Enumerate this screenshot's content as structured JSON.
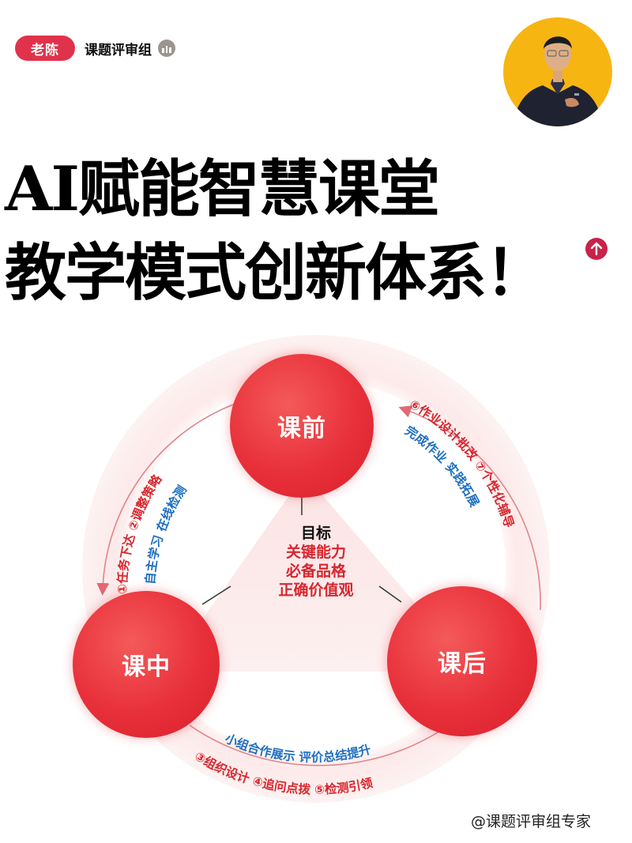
{
  "header": {
    "author_tag": "老陈",
    "group_name": "课题评审组",
    "level_badge_icon": "bar-chart-icon"
  },
  "avatar": {
    "background_color": "#f7b512"
  },
  "title": {
    "line1": "AI赋能智慧课堂",
    "line2": "教学模式创新体系！",
    "badge_icon": "arrow-up-icon",
    "badge_color": "#c8234a"
  },
  "diagram": {
    "nodes": [
      {
        "id": "before",
        "label": "课前"
      },
      {
        "id": "during",
        "label": "课中"
      },
      {
        "id": "after",
        "label": "课后"
      }
    ],
    "center": {
      "heading": "目标",
      "items": [
        "关键能力",
        "必备品格",
        "正确价值观"
      ]
    },
    "arcs": {
      "left": {
        "teacher": "①任务下达 ②调整策略",
        "student": "自主学习 在线检测"
      },
      "bottom": {
        "student": "小组合作展示 评价总结提升",
        "teacher": "③组织设计 ④追问点拨 ⑤检测引领"
      },
      "right": {
        "teacher": "⑥作业设计批改 ⑦个性化辅导",
        "student": "完成作业 实践拓展"
      }
    },
    "colors": {
      "node_red": "#e8303a",
      "teacher_text": "#d8262e",
      "student_text": "#1f6fc0",
      "ring": "#fbe4e4"
    }
  },
  "watermark": "@课题评审组专家"
}
